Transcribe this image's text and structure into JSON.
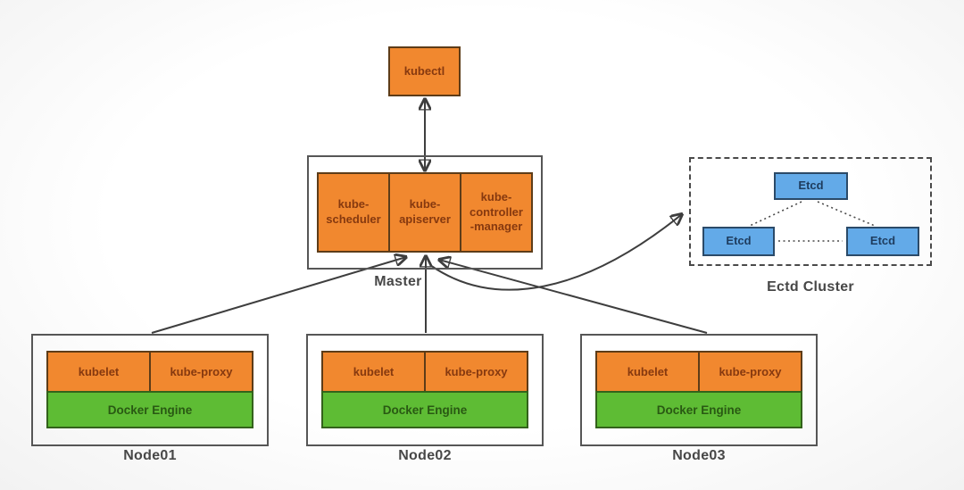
{
  "colors": {
    "component_orange": "#f1882f",
    "component_orange_border": "#5d3c18",
    "component_orange_text": "#86390f",
    "engine_green": "#5ebc34",
    "engine_green_border": "#33621b",
    "engine_green_text": "#295913",
    "etcd_blue": "#63aae8",
    "etcd_blue_border": "#2b4a68",
    "etcd_blue_text": "#1e3c5e",
    "frame_border": "#565656",
    "arrow": "#3e3e3e",
    "caption_text": "#474747"
  },
  "kubectl": {
    "label": "kubectl"
  },
  "master": {
    "caption": "Master",
    "components": [
      {
        "label": "kube-\nscheduler"
      },
      {
        "label": "kube-\napiserver"
      },
      {
        "label": "kube-\ncontroller\n-manager"
      }
    ]
  },
  "etcd_cluster": {
    "caption": "Ectd Cluster",
    "members": [
      {
        "label": "Etcd"
      },
      {
        "label": "Etcd"
      },
      {
        "label": "Etcd"
      }
    ]
  },
  "nodes": [
    {
      "caption": "Node01",
      "components": [
        {
          "label": "kubelet"
        },
        {
          "label": "kube-proxy"
        }
      ],
      "engine": {
        "label": "Docker Engine"
      }
    },
    {
      "caption": "Node02",
      "components": [
        {
          "label": "kubelet"
        },
        {
          "label": "kube-proxy"
        }
      ],
      "engine": {
        "label": "Docker Engine"
      }
    },
    {
      "caption": "Node03",
      "components": [
        {
          "label": "kubelet"
        },
        {
          "label": "kube-proxy"
        }
      ],
      "engine": {
        "label": "Docker Engine"
      }
    }
  ]
}
